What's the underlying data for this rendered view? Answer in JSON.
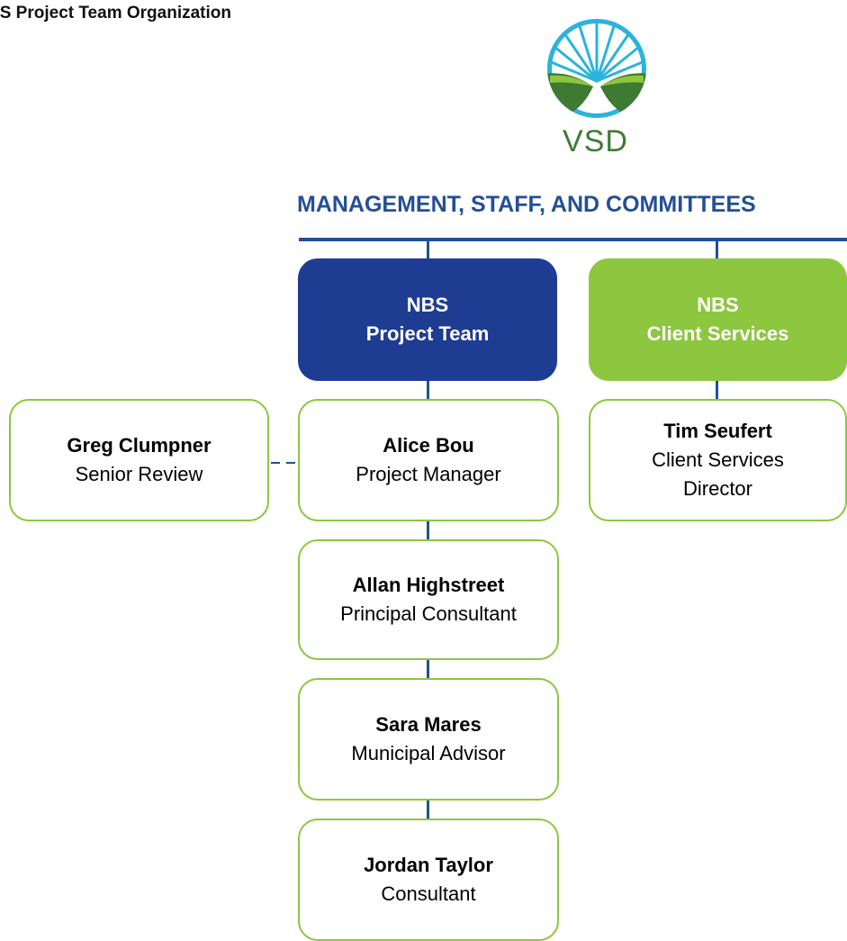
{
  "document": {
    "title": "BS Project Team Organization"
  },
  "logo": {
    "text": "VSD",
    "icon": "sunrise-field-logo"
  },
  "heading": "MANAGEMENT, STAFF, AND COMMITTEES",
  "colors": {
    "navy": "#1f3c93",
    "heading_blue": "#234f96",
    "green": "#8dc63f",
    "logo_green": "#3f7a33",
    "logo_sky": "#2ab3dc"
  },
  "groups": {
    "project_team": {
      "line1": "NBS",
      "line2": "Project Team"
    },
    "client_services": {
      "line1": "NBS",
      "line2": "Client Services"
    }
  },
  "people": {
    "greg": {
      "name": "Greg Clumpner",
      "role_line1": "Senior Review"
    },
    "alice": {
      "name": "Alice Bou",
      "role_line1": "Project Manager"
    },
    "allan": {
      "name": "Allan Highstreet",
      "role_line1": "Principal Consultant"
    },
    "sara": {
      "name": "Sara Mares",
      "role_line1": "Municipal Advisor"
    },
    "jordan": {
      "name": "Jordan Taylor",
      "role_line1": "Consultant"
    },
    "tim": {
      "name": "Tim Seufert",
      "role_line1": "Client Services",
      "role_line2": "Director"
    }
  }
}
